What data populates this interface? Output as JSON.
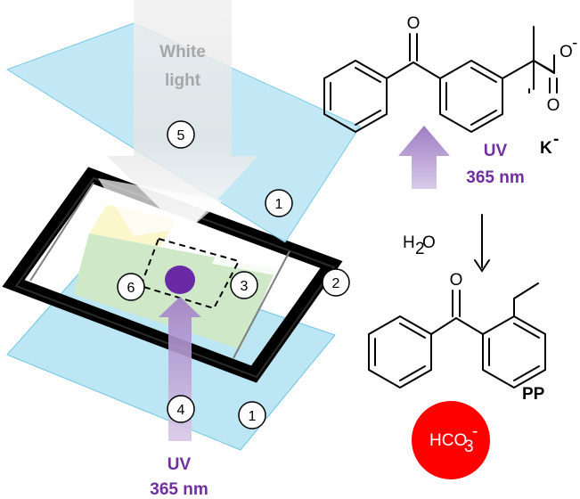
{
  "light_labels": {
    "white_light_line1": "White",
    "white_light_line2": "light",
    "uv_left_line1": "UV",
    "uv_left_line2": "365 nm",
    "uv_right_line1": "UV",
    "uv_right_line2": "365 nm"
  },
  "markers": [
    "1",
    "2",
    "3",
    "4",
    "5",
    "6"
  ],
  "chemistry": {
    "top_molecule_label": "K",
    "top_molecule_charge": "-",
    "oxygen": "O",
    "carboxylate_charge": "-",
    "reagent_prefix": "H",
    "reagent_subscript": "2",
    "reagent_suffix": "O",
    "product_label": "PP",
    "byproduct_prefix": "HCO",
    "byproduct_subscript": "3",
    "byproduct_charge": "-"
  },
  "colors": {
    "glass": "#bde6f5",
    "frame": "#000000",
    "uv_purple": "#7030a0",
    "uv_arrow": "#b9a0d2",
    "dot": "#6a2aa6",
    "byproduct_circle": "#ff0000",
    "white_light": "#d9d9d9"
  }
}
